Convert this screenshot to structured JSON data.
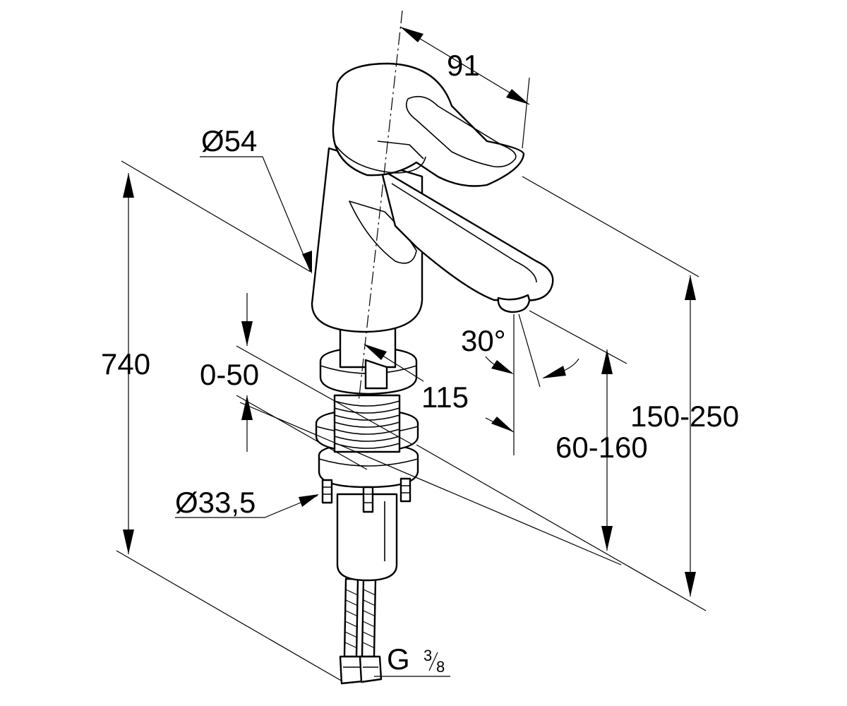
{
  "dimensions": {
    "top_width": "91",
    "body_diameter": "Ø54",
    "total_height": "740",
    "deck_range": "0-50",
    "spout_reach": "115",
    "swivel_angle": "30°",
    "spout_height_range": "60-160",
    "overall_height_range": "150-250",
    "shank_diameter": "Ø33,5",
    "thread_prefix": "G",
    "thread_num": "3",
    "thread_den": "8"
  },
  "colors": {
    "line": "#000000",
    "background": "#ffffff"
  }
}
